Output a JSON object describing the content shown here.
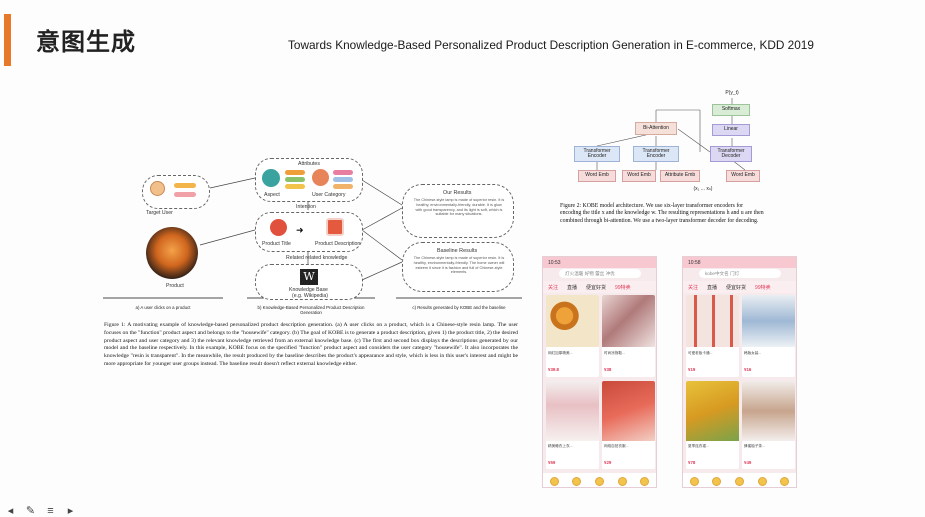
{
  "slide": {
    "title": "意图生成",
    "paper_ref": "Towards Knowledge-Based Personalized Product Description Generation in E-commerce, KDD 2019",
    "accent_color": "#e8782a"
  },
  "figure1": {
    "labels": {
      "target_user": "Target User",
      "product": "Product",
      "attributes": "Attributes",
      "aspect": "Aspect",
      "user_category": "User Category",
      "intention": "Intention",
      "product_title": "Product Title",
      "product_description": "Product Description",
      "related_knowledge": "Related related knowledge",
      "knowledge_base": "Knowledge Base",
      "knowledge_base_eg": "(e.g. Wikipedia)",
      "our_results": "Our Results",
      "our_results_text": "The Chinese-style lamp is made of superior resin. It is healthy, environmentally-friendly, durable. It is glow with good transparency, and its light is soft, which is suitable for many situations.",
      "baseline_results": "Baseline Results",
      "baseline_results_text": "The Chinese-style lamp is made of superior resin. It is healthy, environmentally-friendly. The home owner will esteem it since it is fashion and full of Chinese-style elements."
    },
    "panel_captions": [
      "a) A user clicks on a product",
      "b) Knowledge-Based Personalized Product Description Generation",
      "c) Results generated by KOBE and the baseline"
    ],
    "caption": "Figure 1: A motivating example of knowledge-based personalized product description generation. (a) A user clicks on a product, which is a Chinese-style resin lamp. The user focuses on the \"function\" product aspect and belongs to the \"housewife\" category. (b) The goal of KOBE is to generate a product description, given 1) the product title, 2) the desired product aspect and user category and 3) the relevant knowledge retrieved from an external knowledge base. (c) The first and second box displays the descriptions generated by our model and the baseline respectively. In this example, KOBE focus on the specified \"function\" product aspect and considers the user category \"housewife\". It also incorporates the knowledge \"resin is transparent\". In the meanwhile, the result produced by the baseline describes the product's appearance and style, which is less in this user's interest and might be more appropriate for younger user groups instead. The baseline result doesn't reflect external knowledge either."
  },
  "figure2": {
    "nodes": {
      "output": "P(y_t)",
      "softmax": "Softmax",
      "linear": "Linear",
      "bi_attention": "Bi-Attention",
      "enc_left": "Transformer Encoder",
      "enc_mid": "Transformer Encoder",
      "decoder": "Transformer Decoder",
      "word_emb_1": "Word Emb",
      "word_emb_2": "Word Emb",
      "attr_emb": "Attribute Emb",
      "word_emb_3": "Word Emb",
      "tokens": "(x₁ ... xₙ)"
    },
    "caption": "Figure 2: KOBE model architecture. We use six-layer transformer encoders for encoding the title x and the knowledge w. The resulting representations h and u are then combined through bi-attention. We use a two-layer transformer decoder for decoding."
  },
  "phone_left": {
    "status_time": "10:53",
    "search_placeholder": "灯火温暖 好物 蕾丝 冲优",
    "tabs": [
      "关注",
      "直播",
      "便宜好货",
      "99特卖"
    ],
    "prices": [
      "¥39.8",
      "¥38",
      "¥59",
      "¥29"
    ],
    "card_texts": [
      "网红加厚精美...",
      "时尚凉拖鞋...",
      "精美睡衣上衣...",
      "网络自拍衣服..."
    ]
  },
  "phone_right": {
    "status_time": "10:58",
    "search_placeholder": "kobe中文名 门灯",
    "tabs": [
      "关注",
      "直播",
      "便宜好货",
      "99特卖"
    ],
    "prices": [
      "¥19",
      "¥16",
      "¥78",
      "¥49"
    ],
    "card_texts": [
      "可爱老板卡通...",
      "韩版女装...",
      "夏季连衣裙...",
      "蜂蜜柚子茶..."
    ]
  },
  "toolbar": {
    "back": "◂",
    "edit": "✎",
    "menu": "≡",
    "forward": "▸"
  }
}
